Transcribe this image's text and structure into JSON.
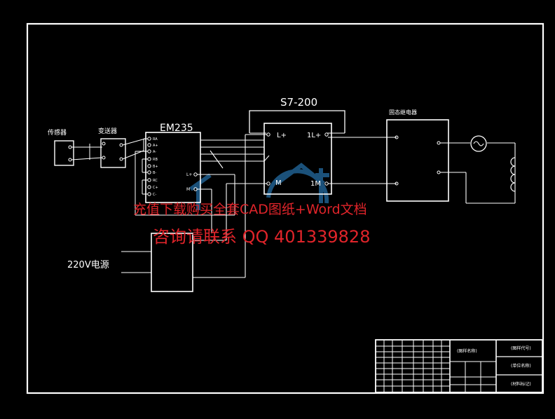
{
  "diagram": {
    "sensor_label": "传感器",
    "transmitter_label": "变送器",
    "em235_label": "EM235",
    "em235_pins": [
      "RA",
      "A+",
      "A-",
      "RB",
      "B+",
      "B-",
      "RC",
      "C+",
      "C-"
    ],
    "em235_out_l": "L+",
    "em235_out_m": "M",
    "s7200_label": "S7-200",
    "s7200_lplus": "L+",
    "s7200_1lplus": "1L+",
    "s7200_m": "M",
    "s7200_1m": "1M",
    "relay_label": "固态继电器",
    "power_label": "220V电源"
  },
  "title_block": {
    "drawing_name": "(图样名称)",
    "right_cells": [
      "(图样代号)",
      "(单位名称)",
      "(材料标记)"
    ]
  },
  "watermark": {
    "line1": "充值下载购买全套CAD图纸+Word文档",
    "line2": "咨询请联系  QQ 401339828"
  },
  "colors": {
    "line": "#ffffff",
    "watermark": "#e0242a",
    "logo": "#1e5a88"
  }
}
